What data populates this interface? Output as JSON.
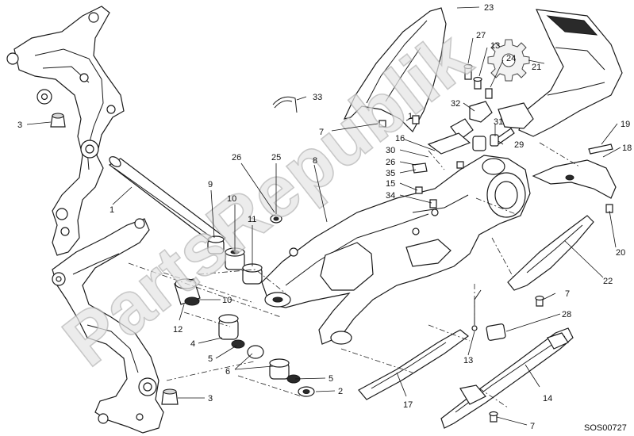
{
  "diagram": {
    "drawing_code": "SOS00727",
    "watermark": "PartsRepublik",
    "callouts": [
      "1",
      "2",
      "3",
      "3",
      "4",
      "5",
      "5",
      "6",
      "7",
      "7",
      "7",
      "7",
      "8",
      "9",
      "10",
      "10",
      "11",
      "12",
      "13",
      "13",
      "14",
      "15",
      "16",
      "17",
      "18",
      "19",
      "20",
      "21",
      "22",
      "23",
      "24",
      "25",
      "26",
      "26",
      "27",
      "28",
      "29",
      "30",
      "31",
      "32",
      "33",
      "34",
      "35"
    ]
  },
  "parts": {
    "frame_plate_upper": "frame plate (upper left)",
    "frame_plate_lower": "frame plate (lower left)",
    "pivot_shaft": "swingarm pivot shaft",
    "swingarm": "single-sided swingarm",
    "rear_hugger": "rear mudguard",
    "cover_right": "cover (top right)",
    "chain_guard": "chain guard",
    "chain_slider": "chain slider",
    "guard_small": "guard (right)",
    "gear_logo": "gear logo"
  }
}
